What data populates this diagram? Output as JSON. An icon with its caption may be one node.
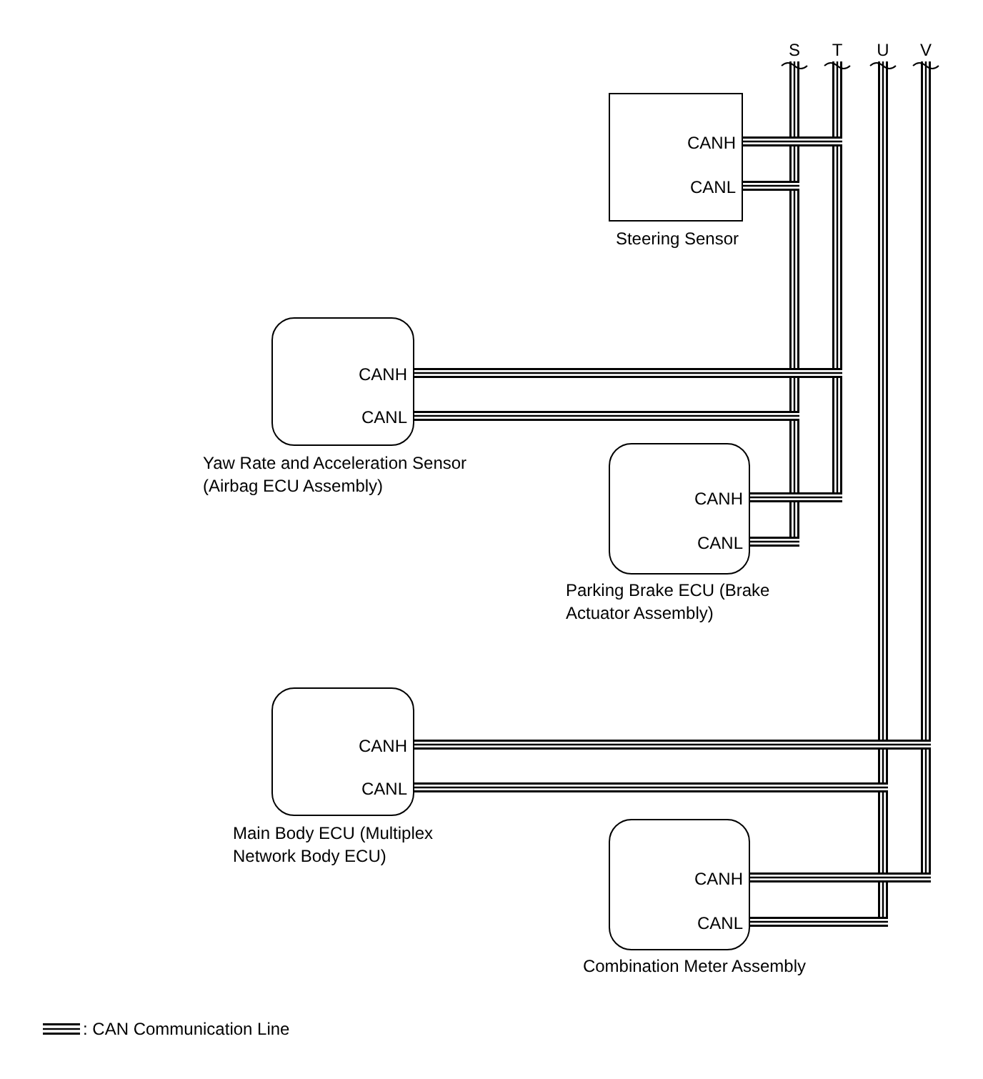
{
  "diagram": {
    "nodes": [
      {
        "text": [
          "S"
        ]
      },
      {
        "text": [
          "T"
        ]
      },
      {
        "text": [
          "U"
        ]
      },
      {
        "text": [
          "V"
        ]
      },
      {
        "text": [
          "Steering Sensor"
        ]
      },
      {
        "text": [
          "CANH"
        ],
        "in": 4
      },
      {
        "text": [
          "CANL"
        ],
        "in": 4
      },
      {
        "text": [
          "Yaw Rate and Acceleration Sensor (Airbag ECU Assembly)"
        ]
      },
      {
        "text": [
          "CANH"
        ],
        "in": 7
      },
      {
        "text": [
          "CANL"
        ],
        "in": 7
      },
      {
        "text": [
          "Parking Brake ECU (Brake Actuator Assembly)"
        ]
      },
      {
        "text": [
          "CANH"
        ],
        "in": 10
      },
      {
        "text": [
          "CANL"
        ],
        "in": 10
      },
      {
        "text": [
          "Main Body ECU (Multiplex Network Body ECU)"
        ]
      },
      {
        "text": [
          "CANH"
        ],
        "in": 13
      },
      {
        "text": [
          "CANL"
        ],
        "in": 13
      },
      {
        "text": [
          "Combination Meter Assembly"
        ]
      },
      {
        "text": [
          "CANH"
        ],
        "in": 16
      },
      {
        "text": [
          "CANL"
        ],
        "in": 16
      }
    ],
    "edges": [
      {
        "from": 5,
        "to": 1,
        "arrow": "none"
      },
      {
        "from": 6,
        "to": 0,
        "arrow": "none"
      },
      {
        "from": 8,
        "to": 1,
        "arrow": "none"
      },
      {
        "from": 9,
        "to": 0,
        "arrow": "none"
      },
      {
        "from": 11,
        "to": 1,
        "arrow": "none"
      },
      {
        "from": 12,
        "to": 0,
        "arrow": "none"
      },
      {
        "from": 14,
        "to": 3,
        "arrow": "none"
      },
      {
        "from": 15,
        "to": 2,
        "arrow": "none"
      },
      {
        "from": 17,
        "to": 3,
        "arrow": "none"
      },
      {
        "from": 18,
        "to": 2,
        "arrow": "none"
      }
    ],
    "legend": [
      {
        "text": ": CAN Communication Line"
      }
    ]
  }
}
